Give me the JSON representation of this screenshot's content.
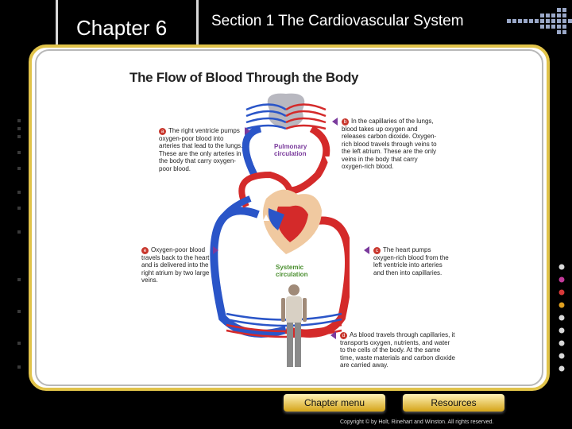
{
  "header": {
    "chapter": "Chapter 6",
    "section": "Section 1  The Cardiovascular System"
  },
  "figure": {
    "title": "The Flow of Blood Through the Body",
    "pulmonary_label": "Pulmonary circulation",
    "systemic_label": "Systemic circulation",
    "notes": [
      {
        "badge": "a",
        "text": "The right ventricle pumps oxygen-poor blood into arteries that lead to the lungs. These are the only arteries in the body that carry oxygen-poor blood."
      },
      {
        "badge": "b",
        "text": "In the capillaries of the lungs, blood takes up oxygen and releases carbon dioxide. Oxygen-rich blood travels through veins to the left atrium. These are the only veins in the body that carry oxygen-rich blood."
      },
      {
        "badge": "e",
        "text": "Oxygen-poor blood travels back to the heart and is delivered into the right atrium by two large veins."
      },
      {
        "badge": "c",
        "text": "The heart pumps oxygen-rich blood from the left ventricle into arteries and then into capillaries."
      },
      {
        "badge": "d",
        "text": "As blood travels through capillaries, it transports oxygen, nutrients, and water to the cells of the body. At the same time, waste materials and carbon dioxide are carried away."
      }
    ]
  },
  "footer": {
    "chapter_menu": "Chapter menu",
    "resources": "Resources",
    "copyright": "Copyright © by Holt, Rinehart and Winston. All rights reserved."
  },
  "colors": {
    "frame": "#e1c34a",
    "oxygen_rich": "#d42a2a",
    "oxygen_poor": "#2a55c8",
    "accent_purple": "#7a3a9c"
  }
}
